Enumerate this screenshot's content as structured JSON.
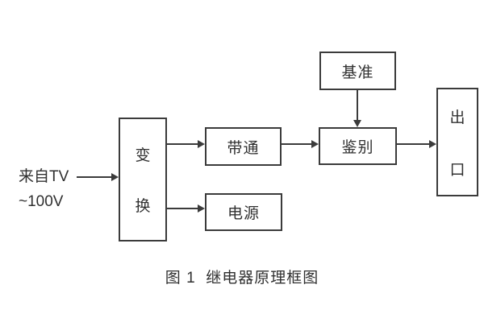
{
  "diagram": {
    "source_label": {
      "line1": "来自TV",
      "line2": "~100V"
    },
    "blocks": {
      "transform": {
        "char1": "变",
        "char2": "换"
      },
      "bandpass": {
        "label": "带通"
      },
      "power": {
        "label": "电源"
      },
      "reference": {
        "label": "基准"
      },
      "discriminator": {
        "label": "鉴别"
      },
      "outlet": {
        "char1": "出",
        "char2": "口"
      }
    },
    "caption": "图 1  继电器原理框图",
    "colors": {
      "line": "#3b3b3b",
      "text": "#303030",
      "background": "#ffffff"
    }
  }
}
